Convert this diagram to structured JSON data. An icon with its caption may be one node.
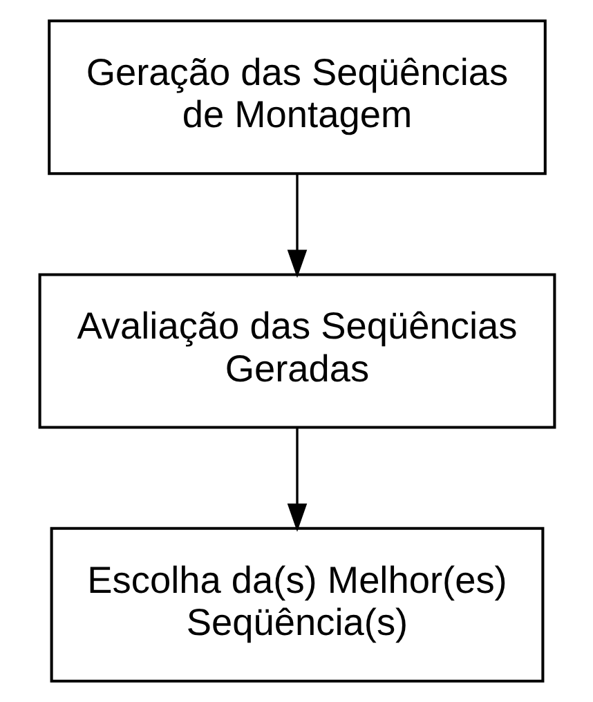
{
  "diagram": {
    "nodes": [
      {
        "text": [
          "Geração das Seqüências de Montagem"
        ]
      },
      {
        "text": [
          "Avaliação das Seqüências Geradas"
        ]
      },
      {
        "text": [
          "Escolha da(s) Melhor(es) Seqüência(s)"
        ]
      }
    ],
    "edges": [
      {
        "from": 0,
        "to": 1,
        "arrow": "to"
      },
      {
        "from": 1,
        "to": 2,
        "arrow": "to"
      }
    ]
  }
}
